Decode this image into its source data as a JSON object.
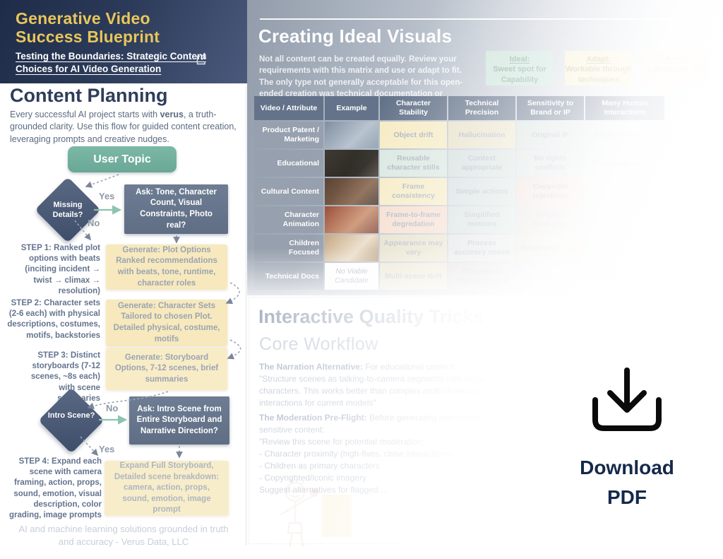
{
  "colors": {
    "accent_gold": "#e9c65a",
    "header_navy": "#1e2c49",
    "flow_teal": "#6aa795",
    "cell_yellow": "#f6ebc4",
    "cell_teal": "#d9e7e0",
    "cell_red": "#f5dccc"
  },
  "header": {
    "title_line1": "Generative Video",
    "title_line2": "Success Blueprint",
    "subtitle": "Testing the Boundaries: Strategic Content Choices for AI Video Generation"
  },
  "content_planning": {
    "title": "Content Planning",
    "intro_prefix": "Every successful AI project starts with ",
    "intro_bold": "verus",
    "intro_suffix": ", a truth-grounded clarity. Use this flow for guided content creation, leveraging prompts and creative nudges.",
    "flow": {
      "start": "User Topic",
      "decision1": "Missing Details?",
      "yes": "Yes",
      "no": "No",
      "ask1": "Ask: Tone, Character Count, Visual Constraints, Photo real?",
      "decision2": "Intro Scene?",
      "ask2": "Ask: Intro Scene from Entire Storyboard and Narrative Direction?",
      "steps": [
        {
          "label": "STEP 1: Ranked plot options with beats (inciting incident → twist → climax → resolution)",
          "box": "Generate: Plot Options Ranked recommendations with beats, tone, runtime, character roles"
        },
        {
          "label": "STEP 2: Character sets (2-6 each) with physical descriptions, costumes, motifs, backstories",
          "box": "Generate: Character Sets Tailored to chosen Plot. Detailed physical, costume, motifs"
        },
        {
          "label": "STEP 3: Distinct storyboards (7-12 scenes, ~8s each) with scene summaries",
          "box": "Generate: Storyboard Options, 7-12 scenes, brief summaries"
        },
        {
          "label": "STEP 4: Expand each scene with camera framing, action, props, sound, emotion, visual description, color grading, image prompts",
          "box": "Expand Full Storyboard, Detailed scene breakdown: camera, action, props, sound, emotion, image prompt"
        }
      ]
    },
    "footer": "AI and machine learning solutions grounded in truth and accuracy - Verus Data, LLC"
  },
  "ideal_visuals": {
    "title": "Creating Ideal Visuals",
    "intro": "Not all content can be created equally. Review your requirements with this matrix and use or adapt to fit. The only type not generally acceptable for this open-ended creation was technical documentation or demonstration",
    "legend": [
      {
        "title": "Ideal:",
        "text": "Sweet spot for Capability"
      },
      {
        "title": "Adapt:",
        "text": "Workable through techniques"
      },
      {
        "title": "Avoid:",
        "text": "Limitations risk"
      }
    ],
    "table": {
      "headers": [
        "Video / Attribute",
        "Example",
        "Character Stability",
        "Technical Precision",
        "Sensitivity to Brand or IP",
        "Many Human Interactions"
      ],
      "rows": [
        {
          "label": "Product Patent / Marketing",
          "example": "",
          "cells": [
            "Object drift",
            "Hallucination",
            "Original IP",
            "Preference varies"
          ]
        },
        {
          "label": "Educational",
          "example": "",
          "cells": [
            "Reusable character stills",
            "Context appropriate",
            "No rights conflicts",
            "Classroom scenes"
          ]
        },
        {
          "label": "Cultural Content",
          "example": "",
          "cells": [
            "Frame consistency",
            "Simple actions",
            "Copyright rejections",
            ""
          ]
        },
        {
          "label": "Character Animation",
          "example": "",
          "cells": [
            "Frame-to-frame degredation",
            "Simplified motions",
            "Original characters",
            ""
          ]
        },
        {
          "label": "Children Focused",
          "example": "",
          "cells": [
            "Appearance may vary",
            "Process accuracy mixed",
            "Moderation flags",
            ""
          ]
        },
        {
          "label": "Technical Docs",
          "example": "No Viable Candidate",
          "cells": [
            "Multi-scene drift",
            "Procedural hallucinations",
            "",
            ""
          ]
        }
      ]
    }
  },
  "quality_tricks": {
    "title": "Interactive Quality Tricks",
    "subtitle": "Core Workflow",
    "para1_bold": "The Narration Alternative:",
    "para1_rest": " For educational content:\n\"Structure scenes as talking-to-camera segments with single characters. This works better than complex multi-character interactions for current models\"",
    "para2_bold": "The Moderation Pre-Flight:",
    "para2_rest": " Before generating interactions or sensitive content:\n\"Review this scene for potential moderation:\n- Character proximity (high-fives, close interactions)\n- Children as primary characters\n- Copyrighted/iconic imagery\nSuggest alternatives for flagged ..."
  },
  "download": {
    "line1": "Download",
    "line2": "PDF"
  }
}
